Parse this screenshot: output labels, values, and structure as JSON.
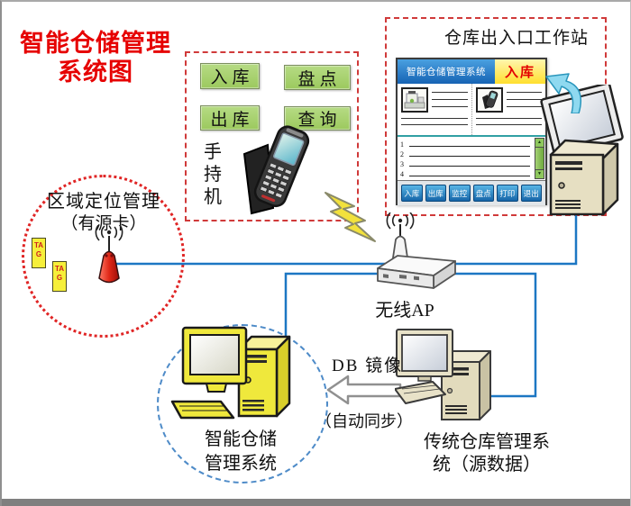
{
  "diagram_title": {
    "line1": "智能仓储管理",
    "line2": "系统图"
  },
  "handheld_group": {
    "buttons": [
      "入库",
      "盘点",
      "出库",
      "查询"
    ],
    "device_label": "手持机"
  },
  "workstation_group": {
    "title": "仓库出入口工作站",
    "app_window": {
      "header_title": "智能仓储管理系统",
      "header_badge": "入库",
      "list_rows": [
        "1",
        "2",
        "3",
        "4"
      ],
      "scroll_up": "▲",
      "scroll_down": "▼",
      "toolbar_buttons": [
        "入库",
        "出库",
        "监控",
        "盘点",
        "打印",
        "退出"
      ]
    }
  },
  "location_group": {
    "title": "区域定位管理",
    "subtitle": "（有源卡）",
    "tags": [
      "TAG",
      "TAG"
    ]
  },
  "wireless_ap_label": "无线AP",
  "smart_system_label": {
    "line1": "智能仓储",
    "line2": "管理系统"
  },
  "legacy_system_label": {
    "line1": "传统仓库管理系",
    "line2": "统（源数据）"
  },
  "db_mirror": {
    "label": "DB 镜像",
    "note": "（自动同步）"
  },
  "colors": {
    "title_red": "#e60000",
    "dashed_border_red": "#d03a3a",
    "location_circle_red": "#e02525",
    "smart_circle_blue": "#4e8bc8",
    "network_line_blue": "#1c77c3",
    "green_button": "#a9d36e",
    "tag_yellow": "#f6ef3a",
    "tag_text_red": "#cf1f1f",
    "app_header_blue": "#1a6ab8",
    "badge_yellow": "#ffdf2e",
    "badge_text_red": "#e30000",
    "toolbar_button_blue": "#2187c6",
    "scrollbar_green": "#7cb342",
    "smart_computer_yellow": "#efe83c",
    "legacy_computer_beige": "#e2dbbd",
    "lightning_yellow": "#f2e13c",
    "sync_arrow_cyan": "#8fd9f0"
  }
}
